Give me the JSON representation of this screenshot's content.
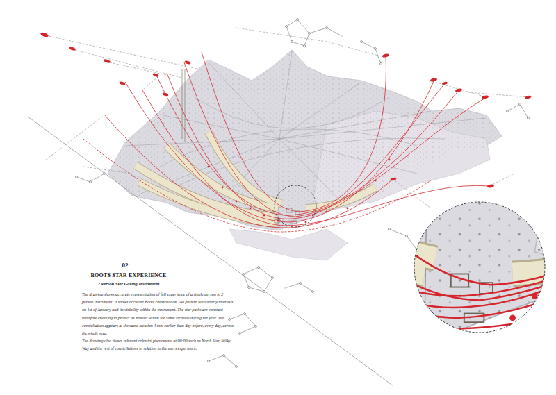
{
  "diagram": {
    "title": "BOOTS STAR EXPERIENCE",
    "labels": [
      "02",
      "2 Person Star Gazing Instrument",
      "The drawing shows accurate representation of full experience of a single person in 2 person instrument. It shows accurate Boots constellation 24h pattern with hourly intervals on 1st of January and its visibility within the instrument. The star paths are constant therefore enabling to predict its reveals within the same location during the year. The constellation appears at the same location 4 min earlier than day before, every day, across the whole year.",
      "The drawing also shows relevant celestial phenomena at 00:00 such as North Star, Milky Way and the rest of constellations in relation to the users experience."
    ]
  }
}
